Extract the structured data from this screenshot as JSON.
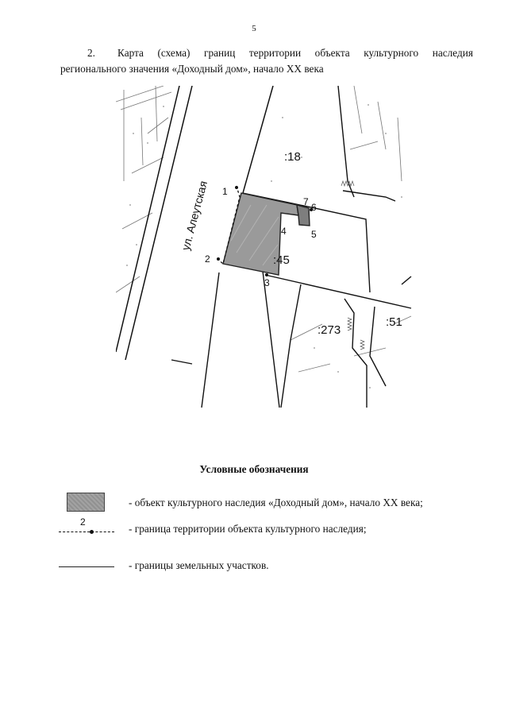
{
  "page_number": "5",
  "heading": {
    "number": "2.",
    "text": "Карта (схема) границ территории объекта культурного наследия регионального значения «Доходный дом», начало XX века"
  },
  "map": {
    "street_label": "ул. Алеутская",
    "parcel_labels": [
      ":18",
      ":45",
      ":273",
      ":51"
    ],
    "point_labels": [
      "1",
      "2",
      "3",
      "4",
      "5",
      "6",
      "7"
    ]
  },
  "legend": {
    "title": "Условные обозначения",
    "items": [
      {
        "text": "- объект культурного наследия «Доходный дом», начало XX века;"
      },
      {
        "symbol_label": "2",
        "text": "- граница территории объекта культурного наследия;"
      },
      {
        "text": "- границы земельных участков."
      }
    ]
  },
  "colors": {
    "object_fill": "#9a9a9a",
    "line": "#111111"
  }
}
